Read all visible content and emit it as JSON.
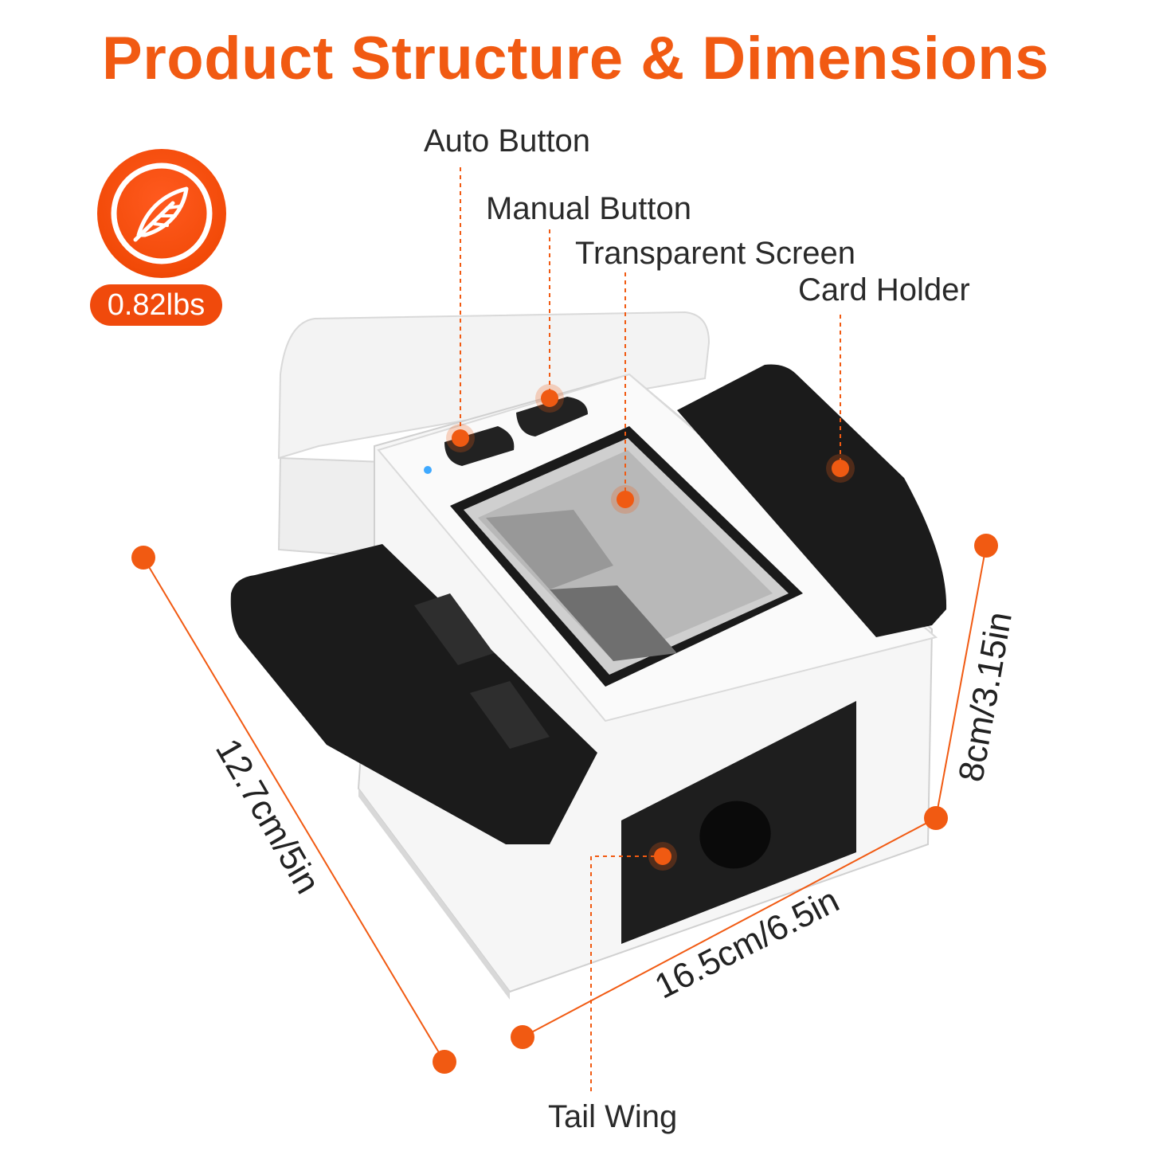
{
  "title": "Product Structure & Dimensions",
  "weight": {
    "value": "0.82lbs",
    "icon": "feather-icon"
  },
  "callouts": {
    "auto_button": "Auto Button",
    "manual_button": "Manual Button",
    "transparent_screen": "Transparent Screen",
    "card_holder": "Card Holder",
    "tail_wing": "Tail Wing"
  },
  "dimensions": {
    "depth": "12.7cm/5in",
    "width": "16.5cm/6.5in",
    "height": "8cm/3.15in"
  },
  "colors": {
    "accent": "#f15a12",
    "product_body": "#f4f4f4",
    "product_dark": "#1e1e1e"
  }
}
